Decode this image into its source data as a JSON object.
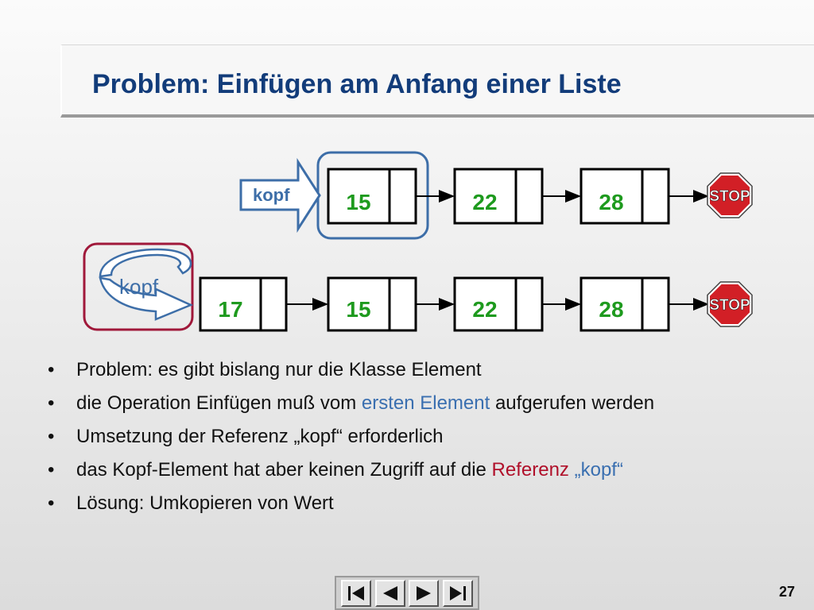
{
  "slide": {
    "title": "Problem: Einfügen am Anfang einer Liste",
    "page_number": "27"
  },
  "diagram": {
    "label_top": "kopf",
    "label_bottom": "kopf",
    "stop_text": "STOP",
    "list_top": [
      "15",
      "22",
      "28"
    ],
    "list_bottom": [
      "17",
      "15",
      "22",
      "28"
    ],
    "colors": {
      "value": "#1e9a1e",
      "top_highlight": "#3d6ea8",
      "bottom_highlight": "#a0183a",
      "arrow_fill": "#ffffff",
      "arrow_stroke": "#3d6ea8",
      "stop_red": "#d21f26"
    }
  },
  "bullets": {
    "b1": "Problem: es gibt bislang nur die Klasse Element",
    "b2_before": "die Operation Einfügen muß vom ",
    "b2_highlight": "ersten Element",
    "b2_after": " aufgerufen werden",
    "b3": "Umsetzung der Referenz „kopf“ erforderlich",
    "b4_before": "das Kopf-Element hat aber keinen Zugriff auf die ",
    "b4_red": "Referenz",
    "b4_space": " ",
    "b4_blue": "„kopf“",
    "b5": "Lösung: Umkopieren von Wert"
  },
  "nav": {
    "buttons": [
      "first-icon",
      "previous-icon",
      "next-icon",
      "last-icon"
    ]
  }
}
